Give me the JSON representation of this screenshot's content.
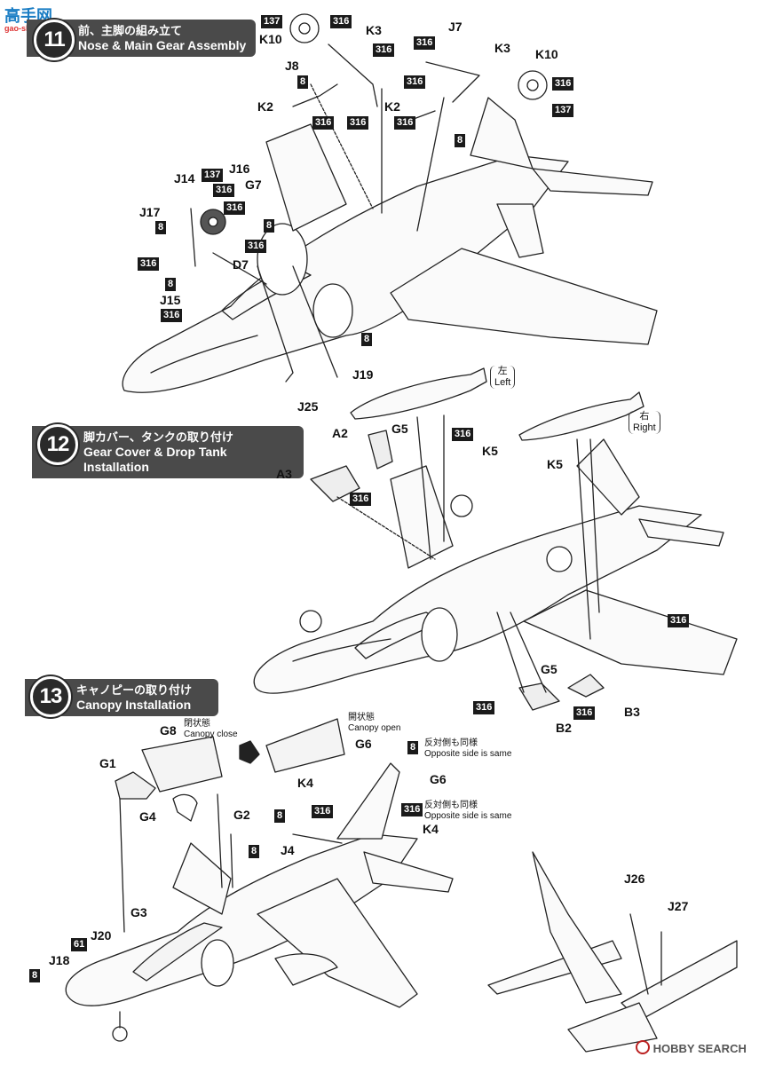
{
  "watermark": {
    "brand": "高手网",
    "url": "gao-shou.com"
  },
  "footer": {
    "brand": "HOBBY SEARCH"
  },
  "steps": [
    {
      "number": "11",
      "title_jp": "前、主脚の組み立て",
      "title_en": "Nose & Main Gear Assembly"
    },
    {
      "number": "12",
      "title_jp": "脚カバー、タンクの取り付け",
      "title_en": "Gear Cover & Drop Tank Installation"
    },
    {
      "number": "13",
      "title_jp": "キャノピーの取り付け",
      "title_en": "Canopy Installation"
    }
  ],
  "step11": {
    "parts": [
      "K10",
      "K3",
      "J7",
      "K3",
      "K10",
      "J8",
      "K2",
      "K2",
      "J14",
      "J16",
      "G7",
      "J17",
      "D7",
      "J15",
      "J19",
      "J25"
    ],
    "colors": [
      "137",
      "316",
      "316",
      "316",
      "8",
      "316",
      "316",
      "316",
      "316",
      "137",
      "316",
      "8",
      "316",
      "8",
      "137",
      "316",
      "316",
      "8",
      "316",
      "8",
      "316",
      "8"
    ]
  },
  "step12": {
    "parts": [
      "A2",
      "G5",
      "A3",
      "K5",
      "K5",
      "G5",
      "B2",
      "B3"
    ],
    "colors": [
      "316",
      "316",
      "316",
      "316",
      "316"
    ],
    "tank_left": {
      "jp": "左",
      "en": "Left"
    },
    "tank_right": {
      "jp": "右",
      "en": "Right"
    }
  },
  "step13": {
    "parts": [
      "G8",
      "G1",
      "G4",
      "G6",
      "G6",
      "K4",
      "K4",
      "G2",
      "J4",
      "G3",
      "J20",
      "J18",
      "J26",
      "J27"
    ],
    "colors": [
      "8",
      "316",
      "316",
      "8",
      "8",
      "61",
      "8"
    ],
    "canopy_close": {
      "jp": "閉状態",
      "en": "Canopy close"
    },
    "canopy_open": {
      "jp": "開状態",
      "en": "Canopy open"
    },
    "opposite_note": {
      "jp": "反対側も同様",
      "en": "Opposite side is same"
    }
  }
}
